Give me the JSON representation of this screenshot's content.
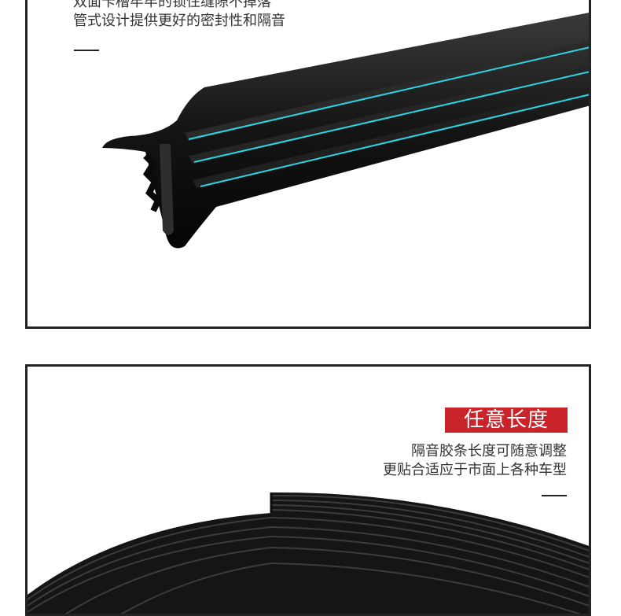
{
  "top_panel": {
    "caption_line1": "双面卡槽牢牢的锁住缝隙不掉落",
    "caption_line2": "管式设计提供更好的密封性和隔音"
  },
  "bottom_panel": {
    "badge": "任意长度",
    "caption_line1": "隔音胶条长度可随意调整",
    "caption_line2": "更贴合适应于市面上各种车型"
  },
  "colors": {
    "frame": "#232323",
    "badge_red": "#c8242a",
    "accent_cyan": "#2ad6e4",
    "rubber_black": "#111111"
  }
}
